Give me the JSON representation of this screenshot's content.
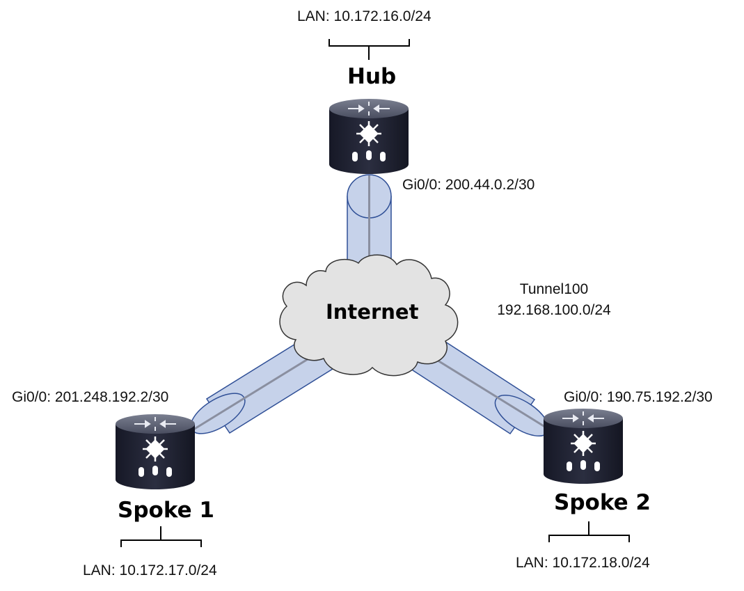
{
  "hub": {
    "name": "Hub",
    "lan": "LAN: 10.172.16.0/24",
    "interface": "Gi0/0: 200.44.0.2/30"
  },
  "spoke1": {
    "name": "Spoke 1",
    "lan": "LAN: 10.172.17.0/24",
    "interface": "Gi0/0: 201.248.192.2/30"
  },
  "spoke2": {
    "name": "Spoke 2",
    "lan": "LAN: 10.172.18.0/24",
    "interface": "Gi0/0: 190.75.192.2/30"
  },
  "cloud": {
    "label": "Internet"
  },
  "tunnel": {
    "name": "Tunnel100",
    "subnet": "192.168.100.0/24"
  },
  "colors": {
    "tunnel_fill": "#c6d2ea",
    "tunnel_stroke": "#2f4f96",
    "link_line": "#8a8fa0",
    "cloud_fill": "#e3e3e3",
    "cloud_stroke": "#333333",
    "router_body": "#1d1f2e",
    "router_top": "#5b6072",
    "router_icon": "#ffffff"
  },
  "icons": {
    "router": "router-icon",
    "cloud": "cloud-icon",
    "lan_bracket": "bracket-icon"
  }
}
